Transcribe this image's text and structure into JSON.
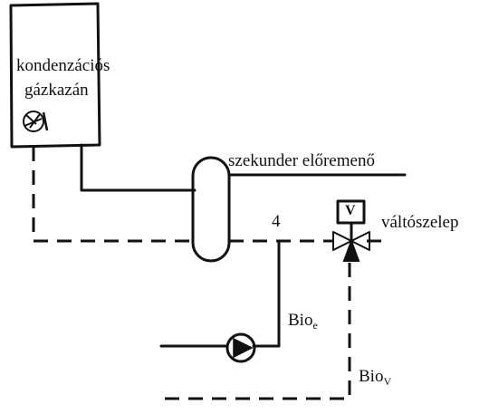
{
  "boiler": {
    "line1": "kondenzációs",
    "line2": "gázkazán"
  },
  "pipes": {
    "secondary_flow": "szekunder előremenő",
    "node_number": "4"
  },
  "valve": {
    "label": "váltószelep",
    "actuator_letter": "V"
  },
  "bio": {
    "e_base": "Bio",
    "e_sub": "e",
    "v_base": "Bio",
    "v_sub": "V"
  },
  "colors": {
    "ink": "#111111",
    "background": "#ffffff"
  },
  "icons": [
    "fan-icon",
    "pump-icon",
    "three-way-valve-icon",
    "valve-actuator-icon"
  ]
}
